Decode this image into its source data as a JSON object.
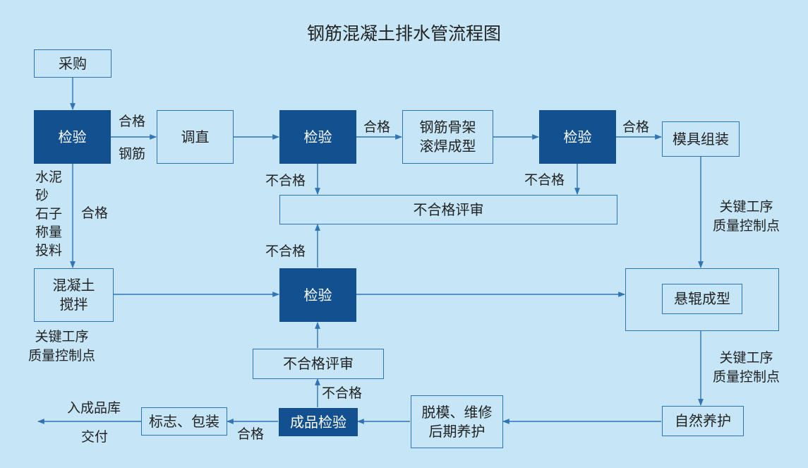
{
  "diagram": {
    "title": "钢筋混凝土排水管流程图",
    "nodes": {
      "purchase": "采购",
      "inspect_1": "检验",
      "straighten": "调直",
      "inspect_2": "检验",
      "cage_weld": "钢筋骨架\n滚焊成型",
      "inspect_3": "检验",
      "mold_assembly": "模具组装",
      "reject_review_top": "不合格评审",
      "mix": "混凝土\n搅拌",
      "inspect_4": "检验",
      "roller_forming": "悬辊成型",
      "reject_review_bottom": "不合格评审",
      "final_inspection": "成品检验",
      "demold_curing": "脱模、维修\n后期养护",
      "natural_curing": "自然养护",
      "label_pack": "标志、包装"
    },
    "labels": {
      "qualified_1": "合格",
      "rebar": "钢筋",
      "qualified_2": "合格",
      "qualified_3": "合格",
      "unqualified_1": "不合格",
      "unqualified_2": "不合格",
      "materials": "水泥\n砂\n石子\n称量\n投料",
      "qualified_4": "合格",
      "unqualified_3": "不合格",
      "key_point_1": "关键工序\n质量控制点",
      "key_point_2": "关键工序\n质量控制点",
      "key_point_3": "关键工序\n质量控制点",
      "unqualified_4": "不合格",
      "qualified_5": "合格",
      "storage": "入成品库",
      "delivery": "交付"
    }
  }
}
